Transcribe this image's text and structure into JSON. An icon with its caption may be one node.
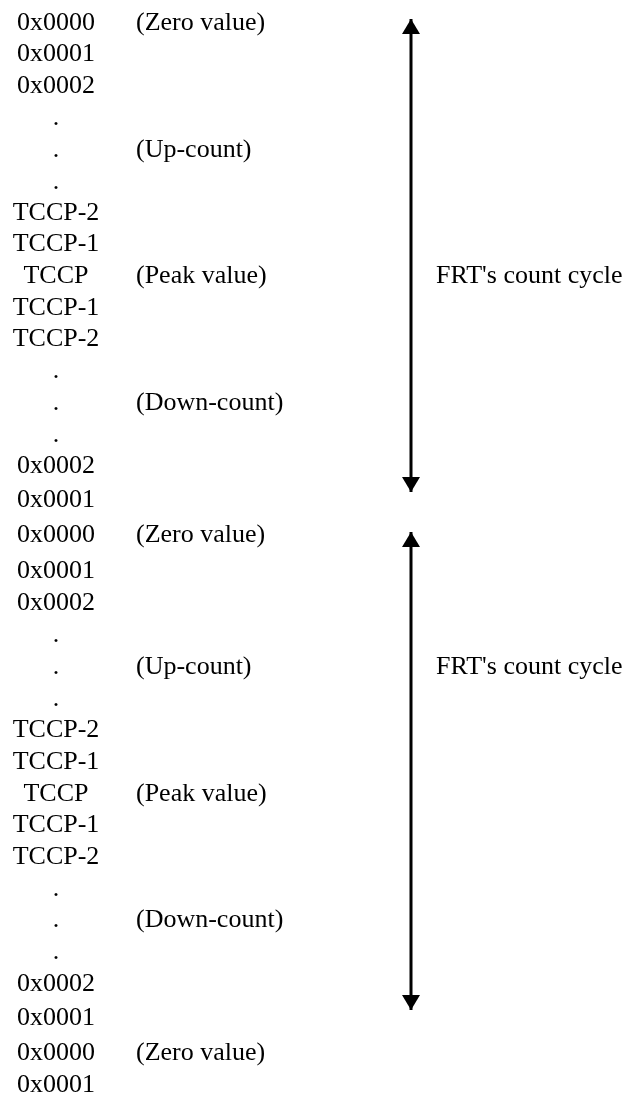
{
  "diagram": {
    "labels": [
      "0x0000",
      "(Zero value)",
      "0x0001",
      "0x0002",
      ".",
      ".",
      "(Up-count)",
      ".",
      "TCCP-2",
      "TCCP-1",
      "TCCP",
      "(Peak value)",
      "FRT's count cycle",
      "TCCP-1",
      "TCCP-2",
      ".",
      ".",
      "(Down-count)",
      ".",
      "0x0002",
      "0x0001",
      "0x0000",
      "(Zero value)",
      "0x0001",
      "0x0002",
      ".",
      ".",
      "(Up-count)",
      "FRT's count cycle",
      ".",
      "TCCP-2",
      "TCCP-1",
      "TCCP",
      "(Peak value)",
      "TCCP-1",
      "TCCP-2",
      ".",
      ".",
      "(Down-count)",
      ".",
      "0x0002",
      "0x0001",
      "0x0000",
      "(Zero value)",
      "0x0001"
    ]
  }
}
